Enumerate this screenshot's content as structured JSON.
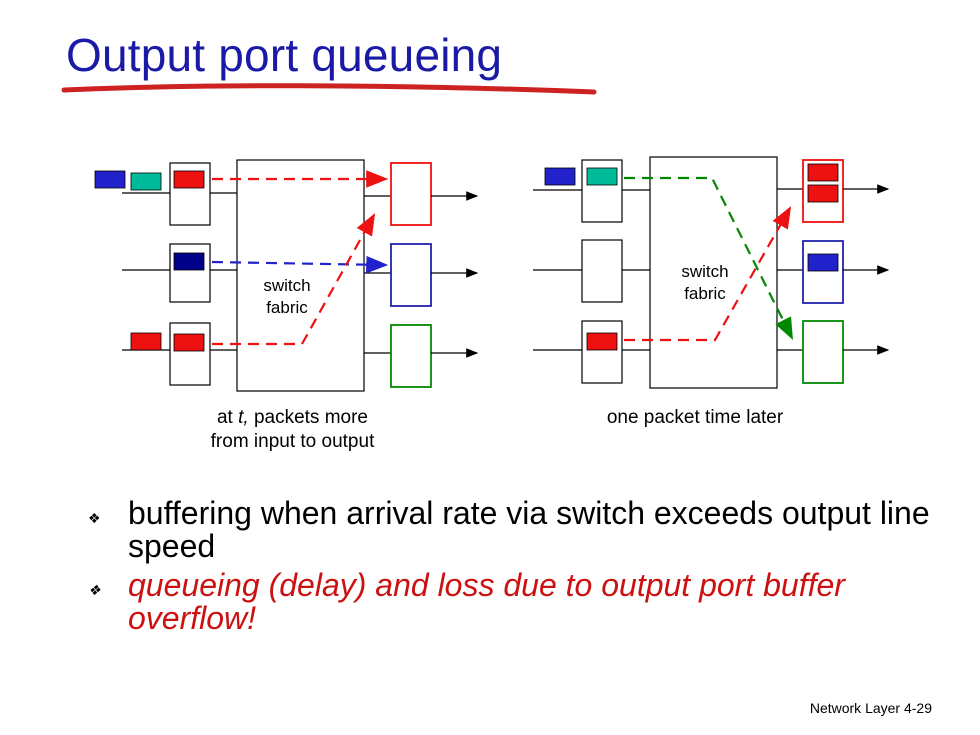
{
  "title": "Output port queueing",
  "colors": {
    "title": "#1a1aa6",
    "underline": "#cc2222",
    "red": "#ee1111",
    "blue": "#2222cc",
    "navy": "#000088",
    "green": "#008800",
    "teal": "#00bb99"
  },
  "diagram": {
    "left_panel": {
      "fabric_label_line1": "switch",
      "fabric_label_line2": "fabric"
    },
    "right_panel": {
      "fabric_label_line1": "switch",
      "fabric_label_line2": "fabric"
    },
    "caption_left": {
      "prefix": "at ",
      "var": "t,",
      "rest_line1": " packets more",
      "line2": "from input to output"
    },
    "caption_right": "one packet time later"
  },
  "bullets": [
    {
      "text": "buffering when arrival rate via switch exceeds output line speed",
      "icon": "diamond-bullet-icon"
    },
    {
      "text": "queueing (delay) and loss due to output port buffer overflow!",
      "icon": "diamond-bullet-icon"
    }
  ],
  "footer": "Network Layer  4-29"
}
